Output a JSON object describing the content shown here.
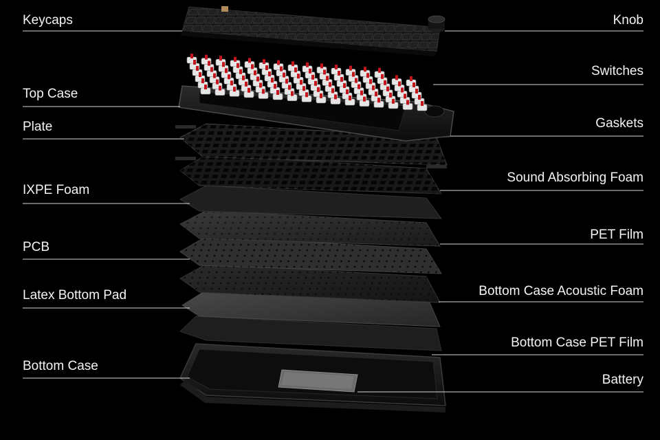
{
  "labels_left": [
    {
      "id": "keycaps",
      "text": "Keycaps"
    },
    {
      "id": "top-case",
      "text": "Top Case"
    },
    {
      "id": "plate",
      "text": "Plate"
    },
    {
      "id": "ixpe-foam",
      "text": "IXPE Foam"
    },
    {
      "id": "pcb",
      "text": "PCB"
    },
    {
      "id": "latex-bottom-pad",
      "text": "Latex Bottom Pad"
    },
    {
      "id": "bottom-case",
      "text": "Bottom Case"
    }
  ],
  "labels_right": [
    {
      "id": "knob",
      "text": "Knob"
    },
    {
      "id": "switches",
      "text": "Switches"
    },
    {
      "id": "gaskets",
      "text": "Gaskets"
    },
    {
      "id": "sound-absorbing-foam",
      "text": "Sound Absorbing Foam"
    },
    {
      "id": "pet-film",
      "text": "PET Film"
    },
    {
      "id": "bottom-case-acoustic-foam",
      "text": "Bottom Case Acoustic Foam"
    },
    {
      "id": "bottom-case-pet-film",
      "text": "Bottom Case PET Film"
    },
    {
      "id": "battery",
      "text": "Battery"
    }
  ],
  "colors": {
    "background": "#000000",
    "text": "#f4f4f4",
    "leader_line": "#d8d8d8",
    "switch_stem": "#c4161c",
    "switch_housing": "#e6e6e6"
  }
}
